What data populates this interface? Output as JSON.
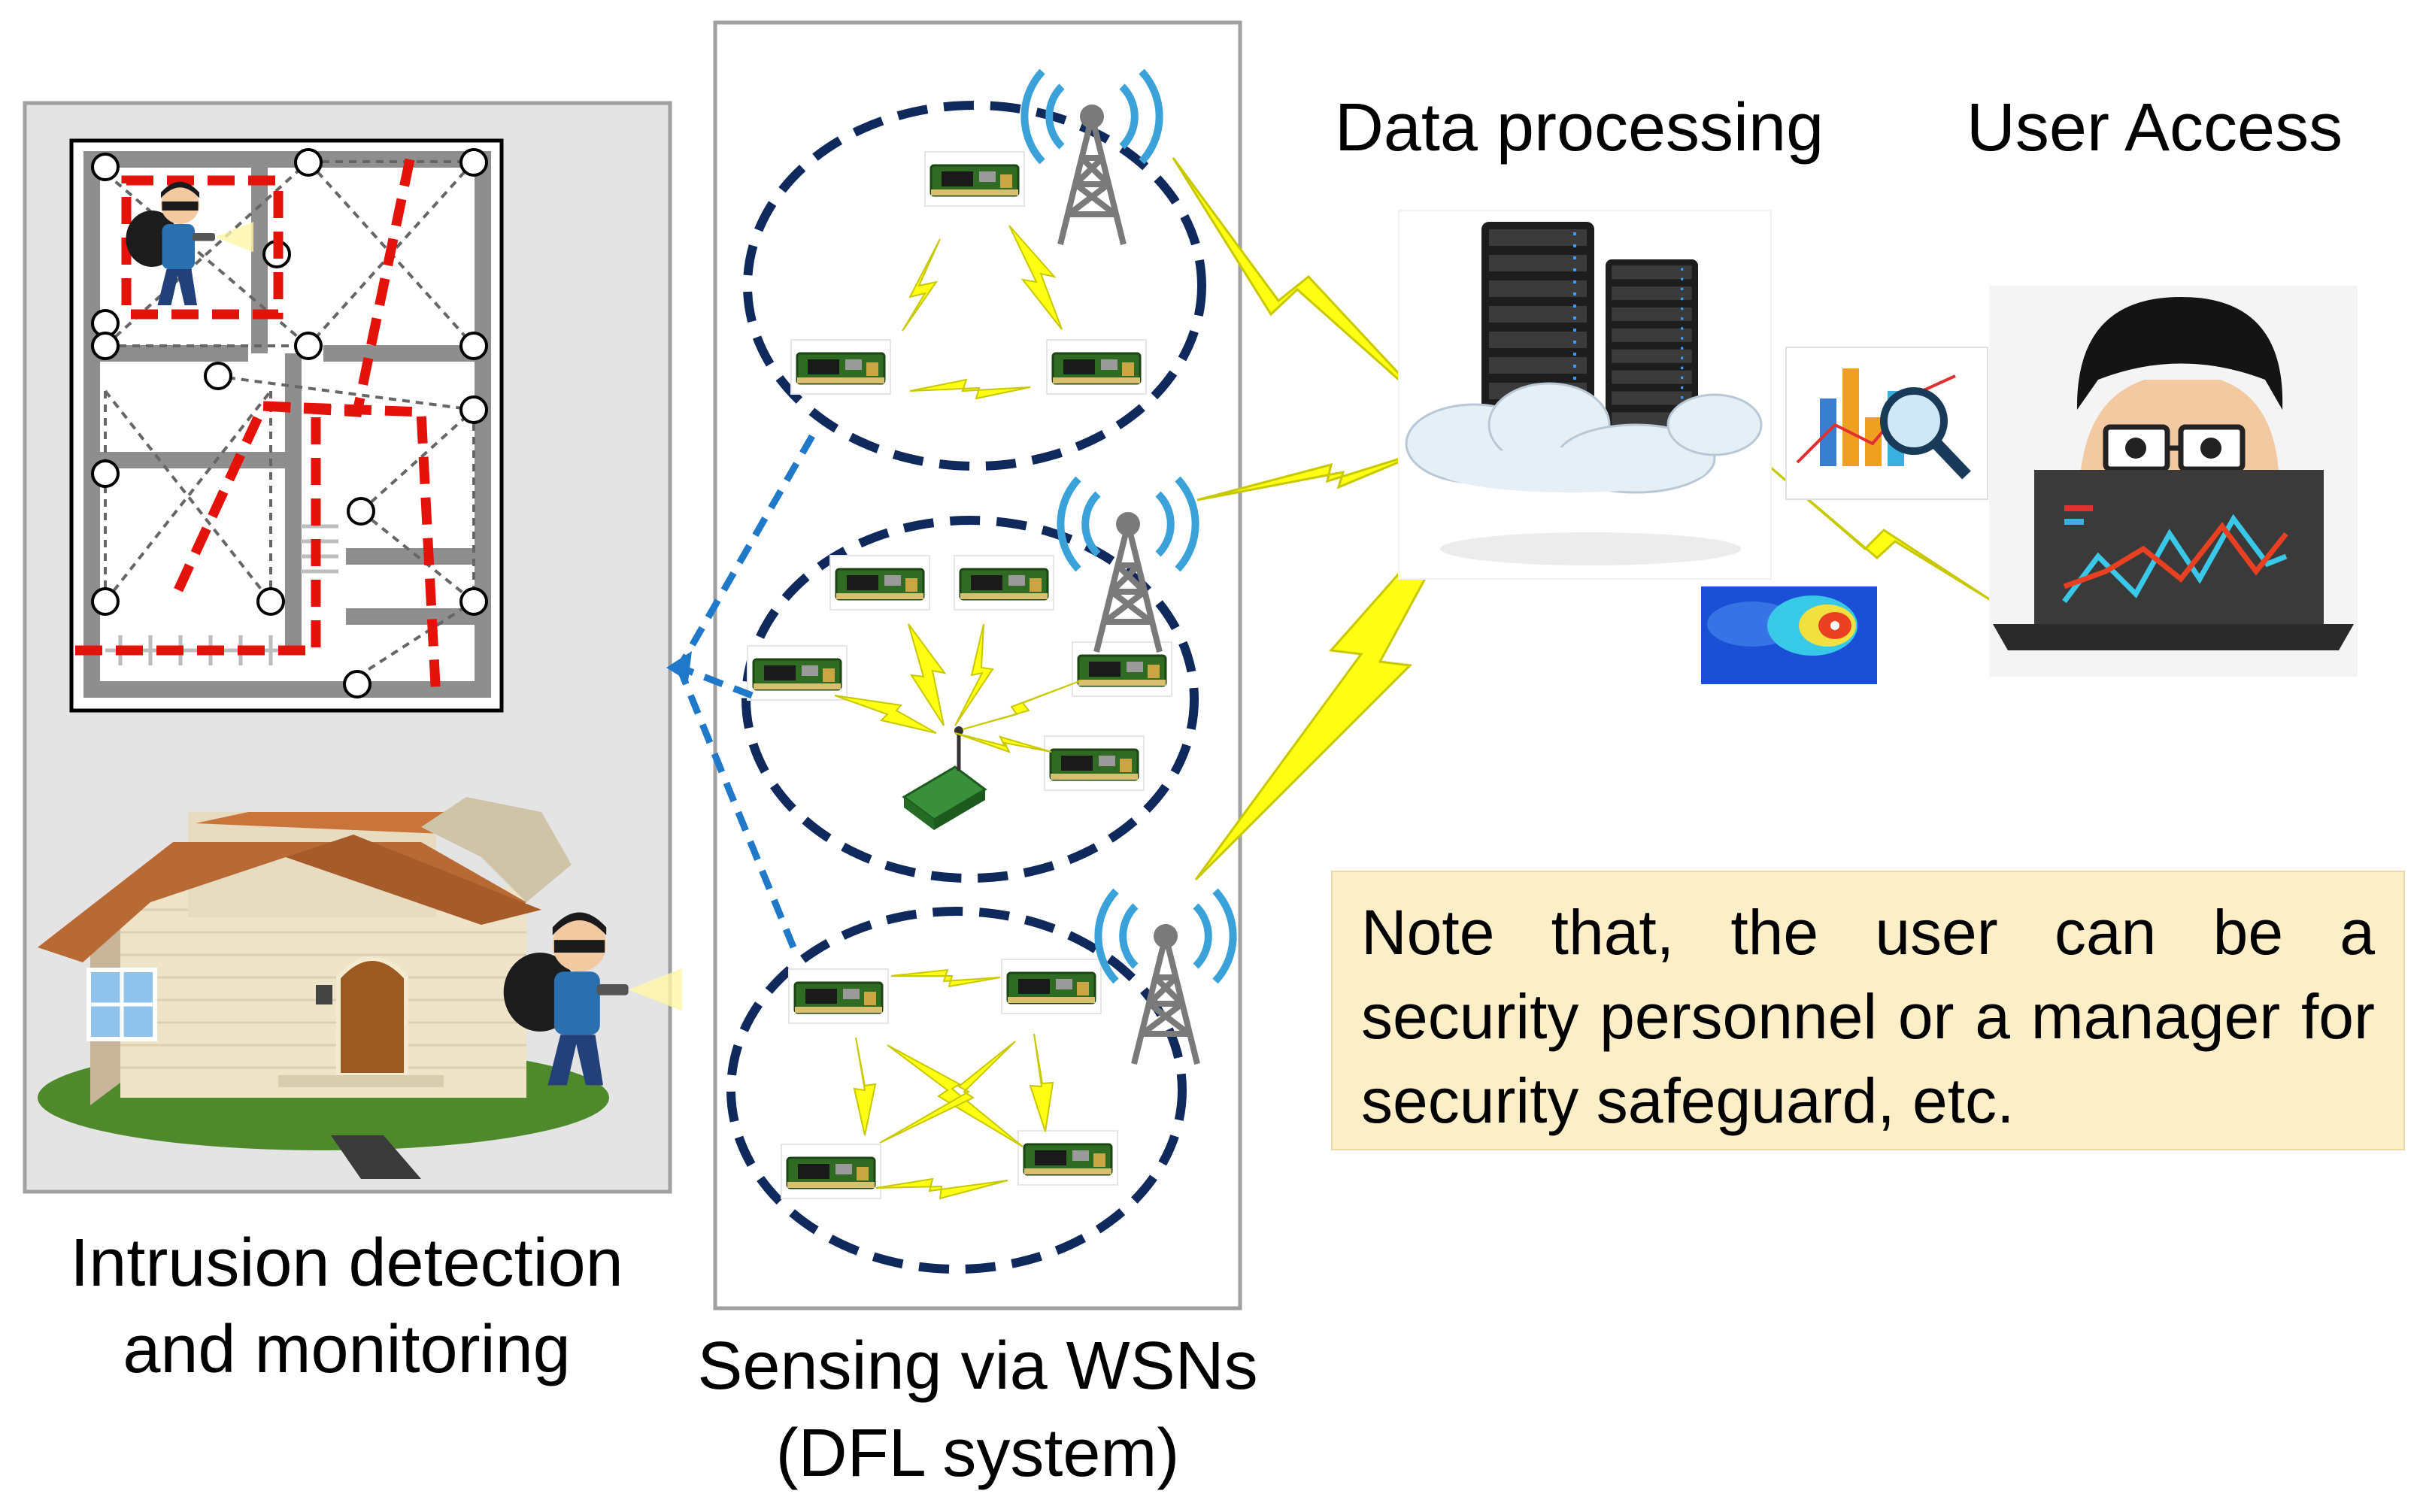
{
  "labels": {
    "data_processing": "Data processing",
    "user_access": "User Access",
    "intrusion_line1": "Intrusion detection",
    "intrusion_line2": "and monitoring",
    "sensing_line1": "Sensing via WSNs",
    "sensing_line2": "(DFL system)"
  },
  "note": {
    "text": "Note that, the user can be a security personnel or a manager for security safeguard, etc."
  },
  "colors": {
    "lightning": "#ffff14",
    "cluster_ring": "#10295c",
    "feed_arrow": "#1f78c8",
    "floorplan_route": "#e3120b",
    "panel_border": "#a0a0a0",
    "panel_fill": "#e4e4e4",
    "note_fill": "#fcefc8",
    "antenna_waves": "#3aa2d8",
    "sensor_board": "#2f6b22"
  },
  "icons": [
    "floorplan-icon",
    "burglar-icon",
    "house-icon",
    "antenna-tower-icon",
    "sensor-node-icon",
    "gateway-node-icon",
    "server-icon",
    "cloud-icon",
    "analytics-chart-icon",
    "heatmap-icon",
    "user-at-laptop-icon",
    "lightning-link-icon"
  ]
}
